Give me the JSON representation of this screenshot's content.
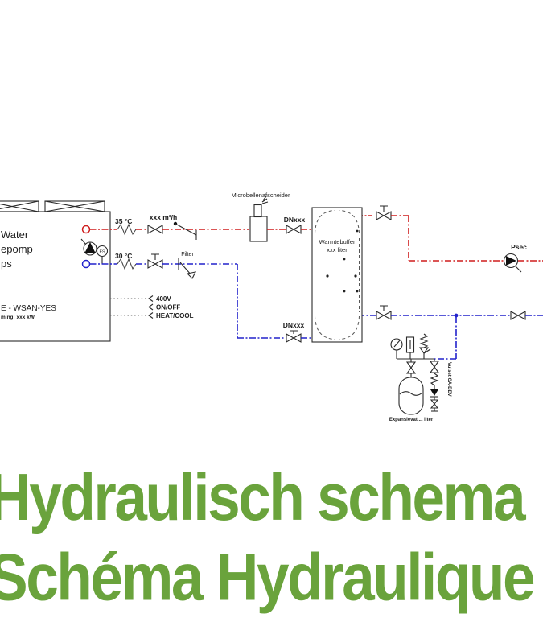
{
  "colors": {
    "pipe_red": "#cf1d1d",
    "pipe_blue": "#2222cc",
    "line_black": "#2a2a2a",
    "title_green": "#6aa33c"
  },
  "heat_pump": {
    "name_line1": "Water",
    "name_line2": "epomp",
    "name_line3": "ps",
    "model": "E  -  WSAN-YES",
    "power": "ming: xxx   kW",
    "flow_switch": "FS",
    "supply_temp": "35 °C",
    "return_temp": "30 °C"
  },
  "signals": {
    "items": [
      "400V",
      "ON/OFF",
      "HEAT/COOL"
    ]
  },
  "pipes": {
    "flow_rate": "xxx m³/h",
    "filter": "Filter",
    "air_separator": "Microbellenafscheider",
    "dn_supply": "DNxxx",
    "dn_return": "DNxxx"
  },
  "buffer": {
    "name": "Warmtebuffer",
    "capacity": "xxx liter"
  },
  "secondary_pump": "Psec",
  "expansion": {
    "vessel_label": "Expansievat ... liter",
    "fill_set_label": "Vulset CA-BEV"
  },
  "title": {
    "line1": "Hydraulisch schema",
    "line2": "Schéma Hydraulique"
  }
}
